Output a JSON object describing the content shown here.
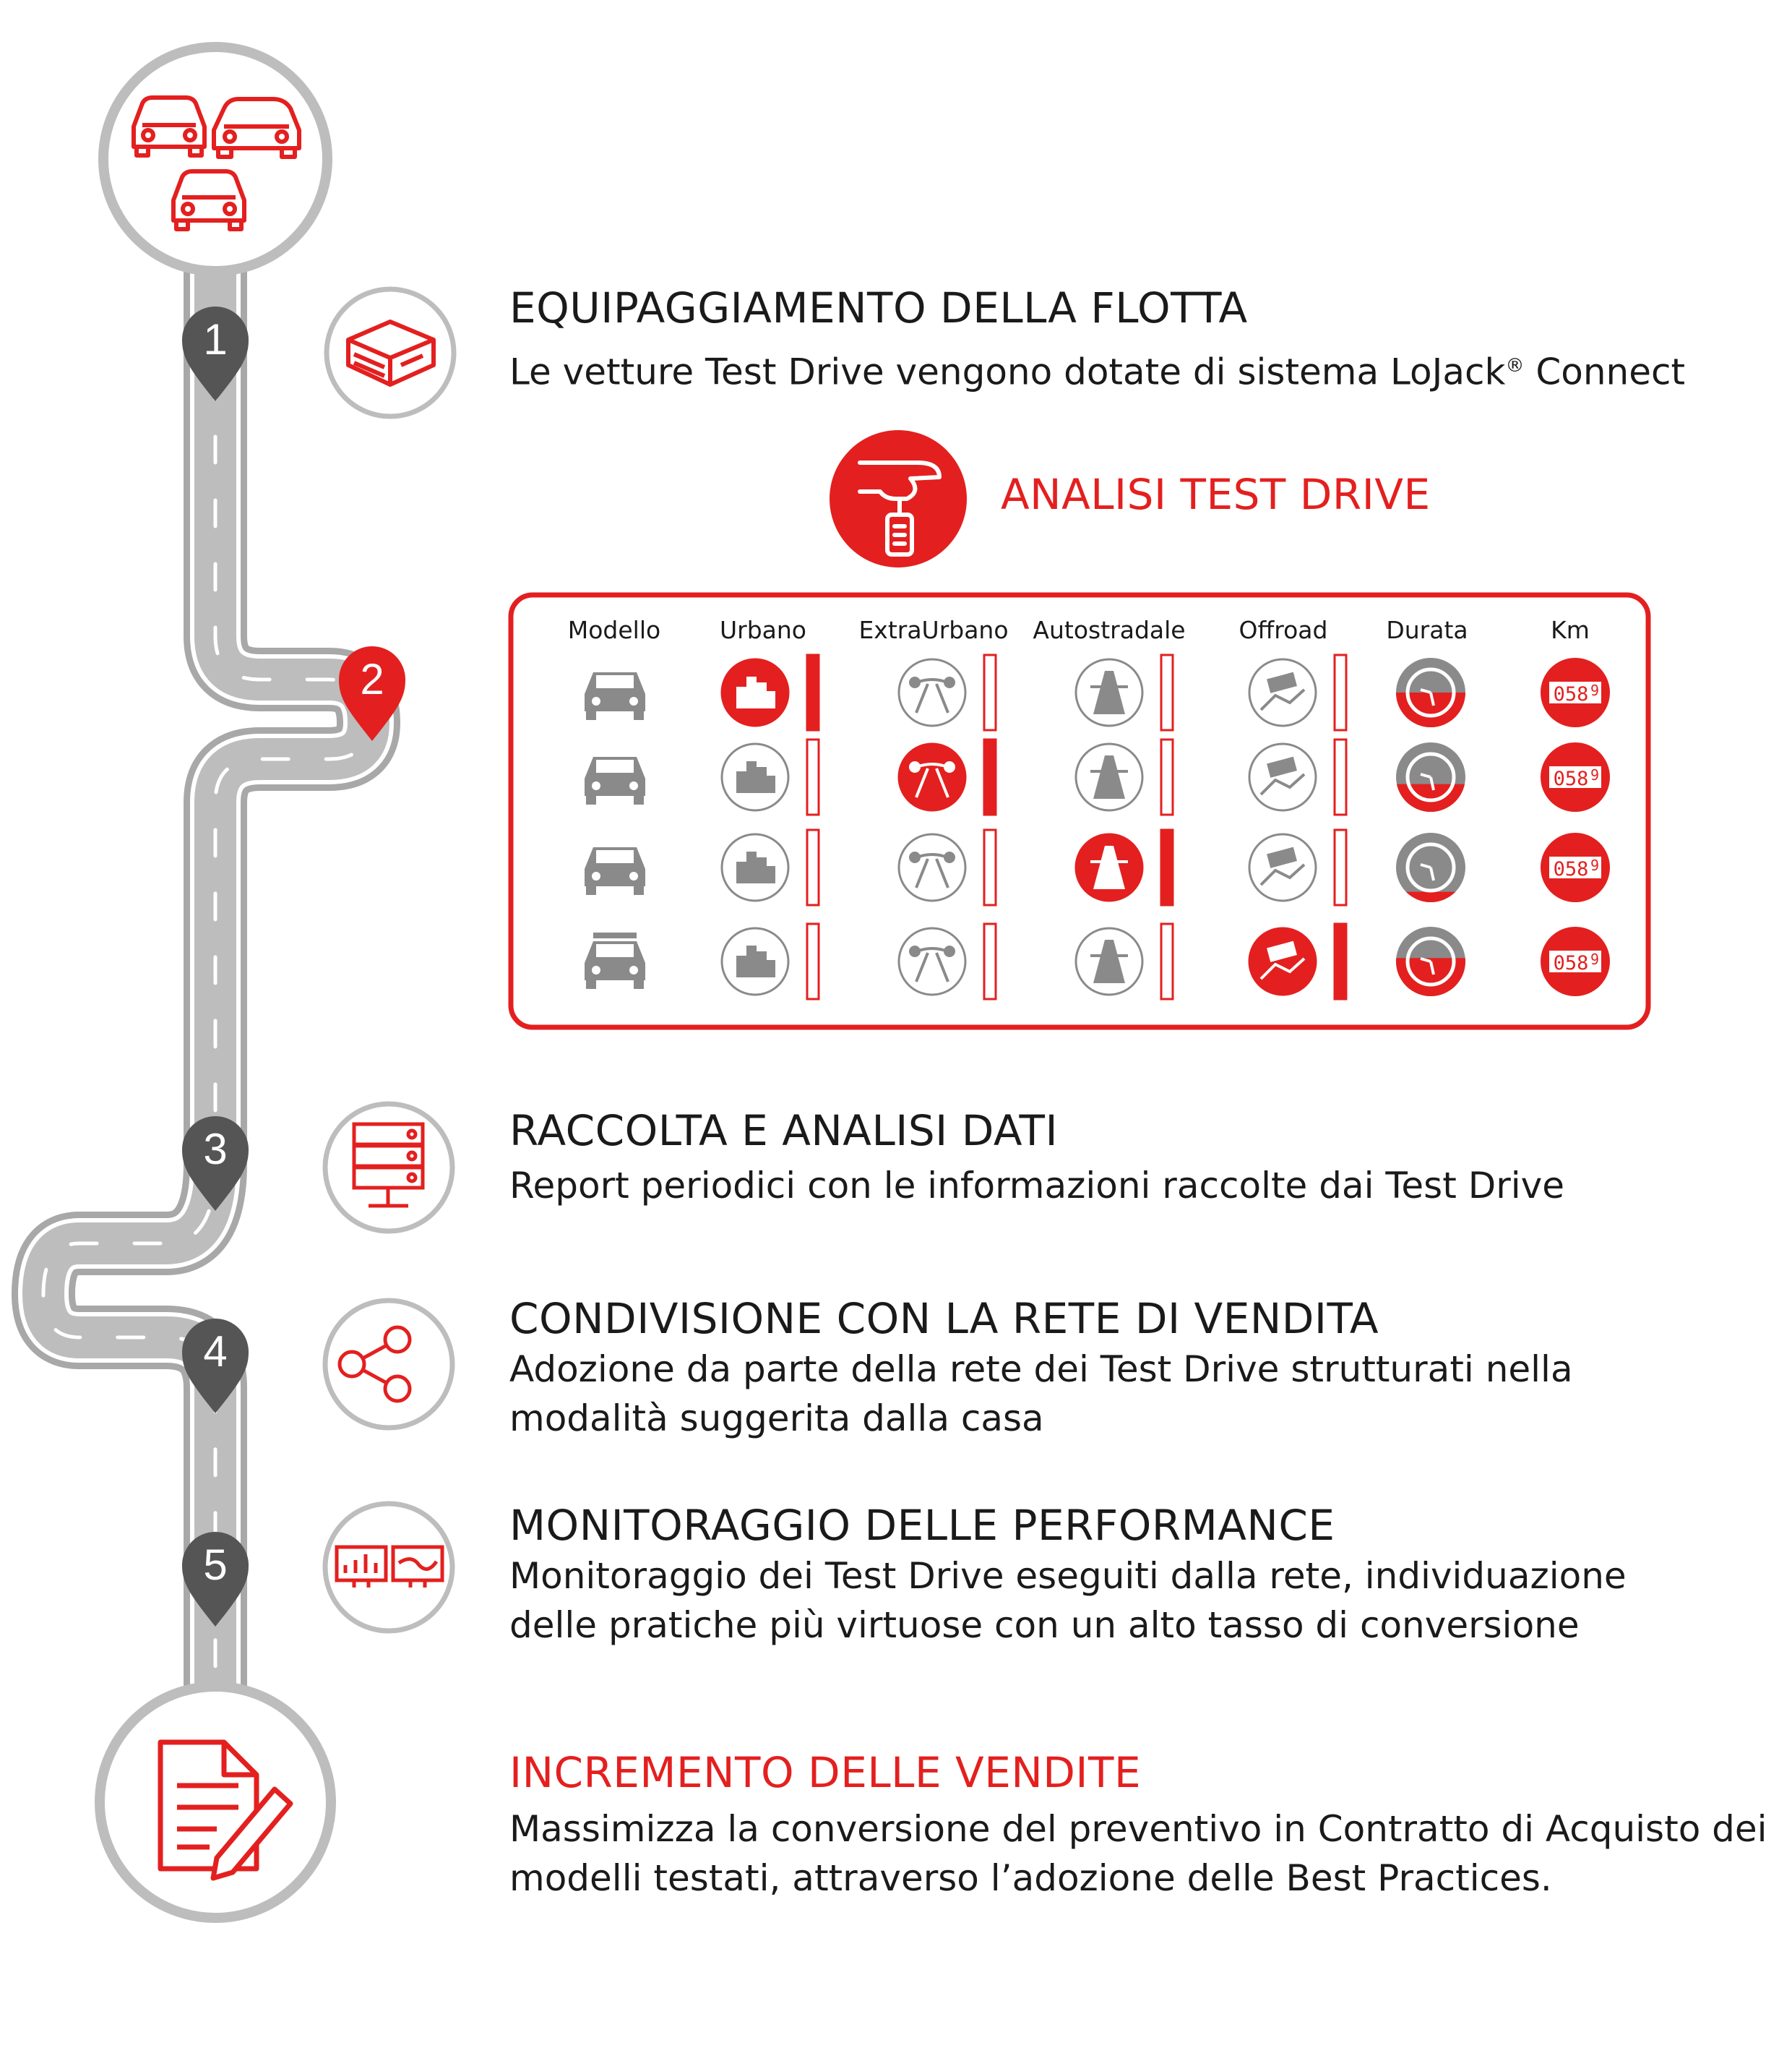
{
  "colors": {
    "accent": "#e3201f",
    "road": "#bdbdbd",
    "road_edge": "#a9a9a9",
    "pin": "#555555",
    "icon_gray": "#8a8a8a"
  },
  "steps": [
    {
      "number": "1",
      "title": "EQUIPAGGIAMENTO DELLA FLOTTA",
      "text_pre": "Le vetture Test Drive vengono dotate di sistema LoJack",
      "sup": "®",
      "text_post": " Connect",
      "icon": "obd-device-icon"
    },
    {
      "number": "2",
      "title": "ANALISI TEST DRIVE",
      "icon": "hand-with-key-icon"
    },
    {
      "number": "3",
      "title": "RACCOLTA E ANALISI DATI",
      "lines": [
        "Report periodici con le informazioni raccolte dai Test Drive"
      ],
      "icon": "server-icon"
    },
    {
      "number": "4",
      "title": "CONDIVISIONE CON LA RETE DI VENDITA",
      "lines": [
        "Adozione da parte della rete dei Test Drive strutturati nella",
        "modalità suggerita dalla casa"
      ],
      "icon": "share-icon"
    },
    {
      "number": "5",
      "title": "MONITORAGGIO DELLE PERFORMANCE",
      "lines": [
        "Monitoraggio dei Test Drive eseguiti dalla rete, individuazione",
        "delle pratiche più virtuose con un alto tasso di conversione"
      ],
      "icon": "monitors-chart-icon"
    }
  ],
  "final": {
    "title": "INCREMENTO  DELLE VENDITE",
    "lines": [
      "Massimizza la conversione del preventivo in Contratto di Acquisto dei",
      "modelli testati, attraverso l’adozione delle Best Practices."
    ],
    "icon": "contract-pen-icon"
  },
  "table": {
    "columns": [
      "Modello",
      "Urbano",
      "ExtraUrbano",
      "Autostradale",
      "Offroad",
      "Durata",
      "Km"
    ],
    "rows": [
      {
        "model": "sedan-car-icon",
        "active": 0,
        "level": 1.0,
        "durata": 0.5,
        "km": "058"
      },
      {
        "model": "suv-car-icon",
        "active": 1,
        "level": 1.0,
        "durata": 0.4,
        "km": "058"
      },
      {
        "model": "crossover-car-icon",
        "active": 2,
        "level": 1.0,
        "durata": 0.15,
        "km": "058"
      },
      {
        "model": "offroad-jeep-icon",
        "active": 3,
        "level": 1.0,
        "durata": 0.55,
        "km": "058"
      }
    ],
    "km_last_digit": "9"
  }
}
